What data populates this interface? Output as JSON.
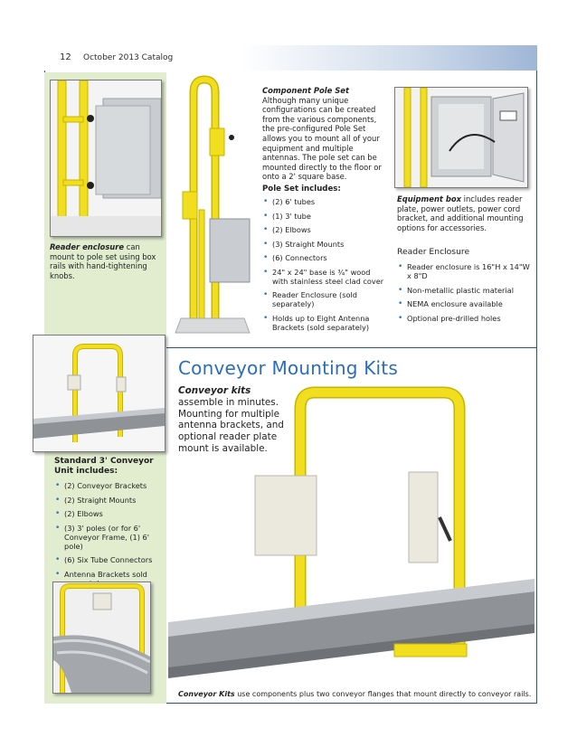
{
  "header": {
    "page_number": "12",
    "catalog": "October 2013 Catalog"
  },
  "reader_enclosure_caption": {
    "lead": "Reader enclosure",
    "rest": " can mount to pole set using box rails with hand-tightening knobs."
  },
  "component_pole": {
    "lead": "Component Pole Set",
    "rest": " Although many unique configurations can be created from the various components, the pre-configured Pole Set allows you to mount all of your equipment and multiple antennas. The pole set can be mounted directly to the floor or onto a 2' square base."
  },
  "pole_set": {
    "heading": "Pole Set includes:",
    "items": [
      "(2) 6' tubes",
      "(1) 3' tube",
      "(2) Elbows",
      "(3) Straight Mounts",
      "(6) Connectors",
      "24\" x 24\" base is ¾\" wood with stainless steel clad cover",
      "Reader Enclosure (sold separately)",
      "Holds up to Eight Antenna Brackets (sold separately)"
    ]
  },
  "equipment_box": {
    "lead": "Equipment box",
    "rest": " includes reader plate, power outlets, power cord bracket, and additional mounting options for accessories."
  },
  "reader_enclosure": {
    "heading": "Reader Enclosure",
    "items": [
      "Reader enclosure is 16\"H x 14\"W x 8\"D",
      "Non-metallic plastic material",
      "NEMA enclosure available",
      "Optional pre-drilled holes"
    ]
  },
  "conveyor": {
    "title": "Conveyor Mounting Kits",
    "lead_bold": "Conveyor kits",
    "lead_rest": " assemble in minutes. Mounting for multiple antenna brackets, and optional reader plate mount is available.",
    "caption_lead": "Conveyor Kits",
    "caption_rest": " use components plus two conveyor flanges that mount directly to conveyor rails."
  },
  "standard_unit": {
    "heading": "Standard 3' Conveyor Unit includes:",
    "items": [
      "(2) Conveyor Brackets",
      "(2) Straight Mounts",
      "(2) Elbows",
      "(3) 3' poles (or for 6' Conveyor Frame, (1) 6' pole)",
      "(6) Six Tube Connectors",
      "Antenna Brackets sold separately"
    ]
  },
  "colors": {
    "accent": "#2a6db8",
    "rule": "#2d4f8b",
    "panel": "#e2edd0",
    "pole": "#f1de1f"
  }
}
